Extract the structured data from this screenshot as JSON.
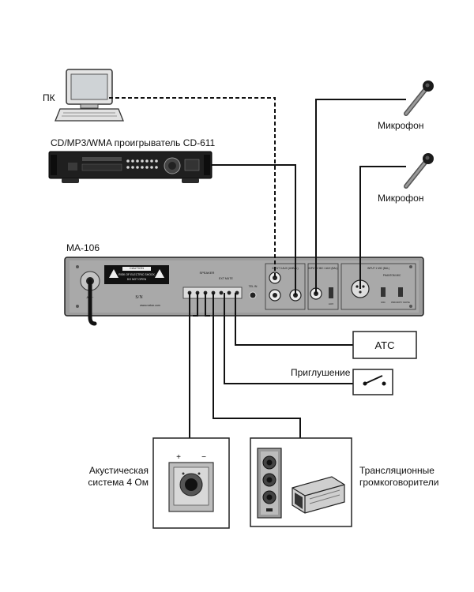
{
  "labels": {
    "pc": "ПК",
    "cd_player": "CD/MP3/WMA проигрыватель CD-611",
    "mic_top": "Микрофон",
    "mic_bottom": "Микрофон",
    "amp_model": "MA-106",
    "ats": "АТС",
    "mute": "Приглушение",
    "speaker_4ohm_line1": "Акустическая",
    "speaker_4ohm_line2": "система 4 Ом",
    "broadcast_line1": "Трансляционные",
    "broadcast_line2": "громкоговорители"
  },
  "amp_panel": {
    "caution_title": "CAUTION",
    "caution_text1": "RISK OF ELECTRIC SHOCK",
    "caution_text2": "DO NOT OPEN",
    "speaker_hdr": "SPEAKER",
    "ext_mute_hdr": "EXT MUTE",
    "tel_hdr": "TEL IN",
    "ac_label": "AC ~",
    "sn_label": "S/N",
    "site_label": "www.roxton.com",
    "input3_label": "INPUT 3 AUX (UNBAL)",
    "input2_label": "INPUT 2 MIC / AUX (BAL)",
    "input1_label": "INPUT 1 MIC (BAL)",
    "phantom_label": "PHANTOM MIC",
    "priority_label": "PRIORITY MUTE",
    "mic_sw": "MIC",
    "aux_sw": "AUX"
  },
  "speaker_polarity": {
    "plus": "+",
    "minus": "−"
  }
}
